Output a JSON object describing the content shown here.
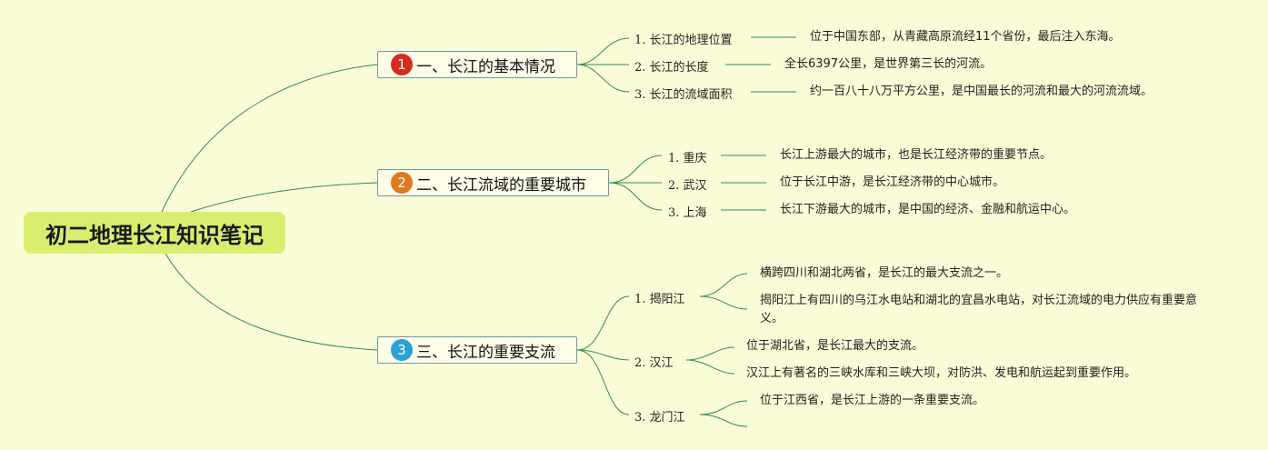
{
  "root": {
    "title": "初二地理长江知识笔记"
  },
  "branches": [
    {
      "number": "1",
      "label": "一、长江的基本情况",
      "items": [
        {
          "label": "1. 长江的地理位置",
          "details": [
            "位于中国东部，从青藏高原流经11个省份，最后注入东海。"
          ]
        },
        {
          "label": "2. 长江的长度",
          "details": [
            "全长6397公里，是世界第三长的河流。"
          ]
        },
        {
          "label": "3. 长江的流域面积",
          "details": [
            "约一百八十八万平方公里，是中国最长的河流和最大的河流流域。"
          ]
        }
      ]
    },
    {
      "number": "2",
      "label": "二、长江流域的重要城市",
      "items": [
        {
          "label": "1. 重庆",
          "details": [
            "长江上游最大的城市，也是长江经济带的重要节点。"
          ]
        },
        {
          "label": "2. 武汉",
          "details": [
            "位于长江中游，是长江经济带的中心城市。"
          ]
        },
        {
          "label": "3. 上海",
          "details": [
            "长江下游最大的城市，是中国的经济、金融和航运中心。"
          ]
        }
      ]
    },
    {
      "number": "3",
      "label": "三、长江的重要支流",
      "items": [
        {
          "label": "1. 揭阳江",
          "details": [
            "横跨四川和湖北两省，是长江的最大支流之一。",
            "揭阳江上有四川的乌江水电站和湖北的宜昌水电站，对长江流域的电力供应有重要意义。"
          ]
        },
        {
          "label": "2. 汉江",
          "details": [
            "位于湖北省，是长江最大的支流。",
            "汉江上有著名的三峡水库和三峡大坝，对防洪、发电和航运起到重要作用。"
          ]
        },
        {
          "label": "3. 龙门江",
          "details": [
            "位于江西省，是长江上游的一条重要支流。",
            ""
          ]
        }
      ]
    }
  ]
}
